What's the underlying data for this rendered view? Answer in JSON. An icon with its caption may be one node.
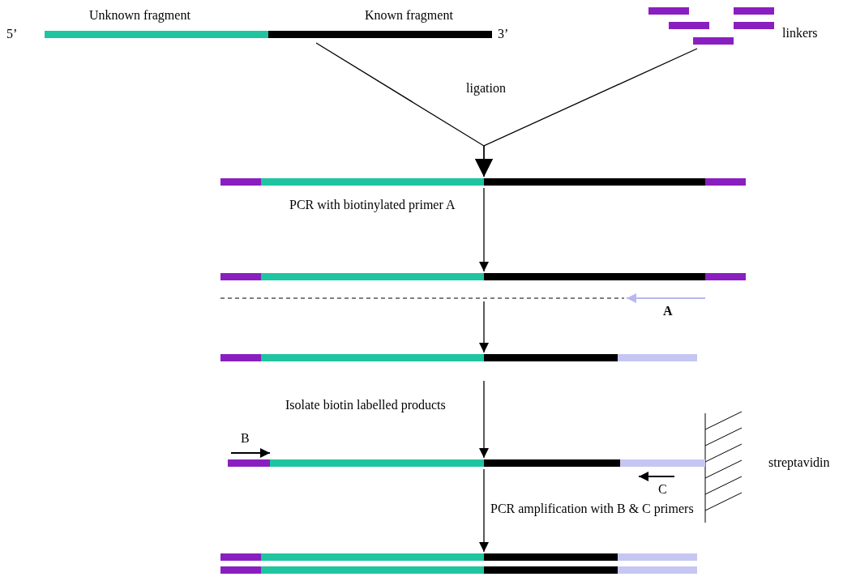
{
  "diagram": {
    "nodes": [
      {
        "text": [
          "Unknown fragment",
          "Known fragment"
        ],
        "beside": [
          "5’",
          "3’"
        ]
      },
      {
        "text": [],
        "shape": "bar",
        "beside": [
          "linkers"
        ]
      },
      {
        "text": [],
        "shape": "bar"
      },
      {
        "text": [],
        "shape": "bar"
      },
      {
        "text": [],
        "shape": "bar"
      },
      {
        "text": [],
        "shape": "bar"
      },
      {
        "text": [],
        "shape": "bar"
      }
    ],
    "edges": [
      {
        "from": 0,
        "to": 2,
        "arrow": "to"
      },
      {
        "from": 1,
        "to": 2,
        "arrow": "to"
      },
      {
        "from": 2,
        "to": 3,
        "arrow": "to",
        "label": "PCR with biotinylated primer A"
      },
      {
        "from": 3,
        "to": 4,
        "arrow": "to"
      },
      {
        "from": 4,
        "to": 5,
        "arrow": "to",
        "label": "Isolate biotin labelled products"
      },
      {
        "from": 5,
        "to": 6,
        "arrow": "to",
        "label": "PCR amplification with B & C primers"
      }
    ],
    "labels": [
      "ligation",
      "A",
      "B",
      "streptavidin",
      "C"
    ]
  }
}
